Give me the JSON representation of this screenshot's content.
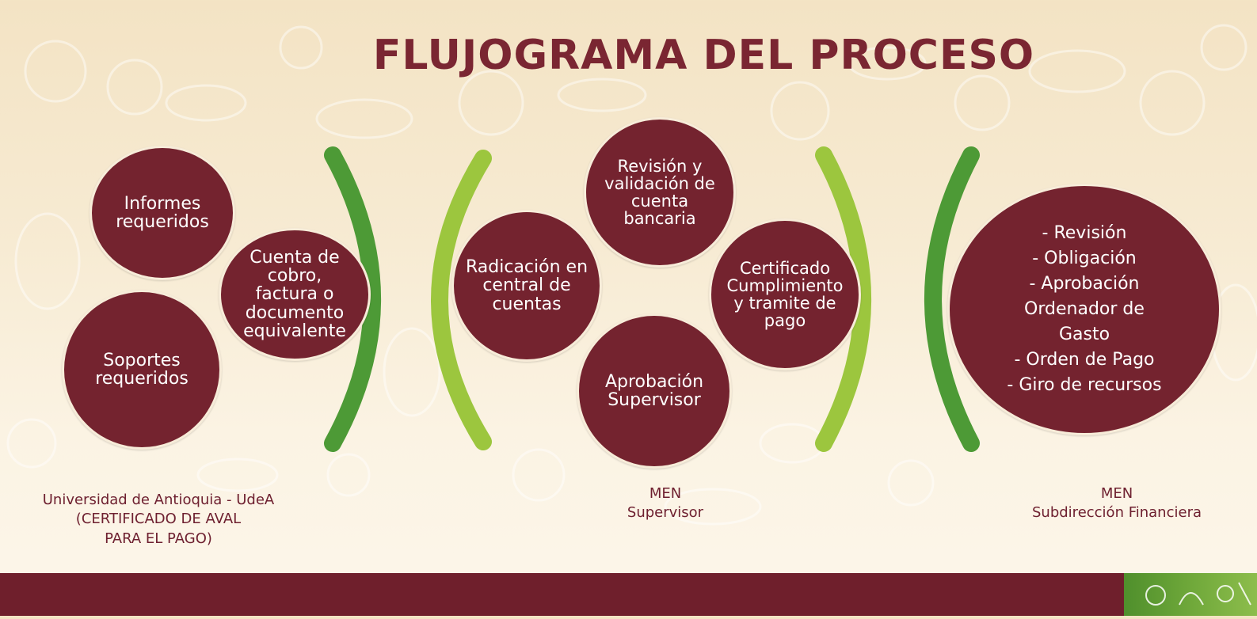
{
  "title": "FLUJOGRAMA DEL PROCESO",
  "nodes": {
    "informes": [
      "Informes",
      "requeridos"
    ],
    "soportes": [
      "Soportes",
      "requeridos"
    ],
    "cuenta": [
      "Cuenta de",
      "cobro,",
      "factura o",
      "documento",
      "equivalente"
    ],
    "radicacion": [
      "Radicación en",
      "central de",
      "cuentas"
    ],
    "revision": [
      "Revisión y",
      "validación de",
      "cuenta",
      "bancaria"
    ],
    "aprobacion": [
      "Aprobación",
      "Supervisor"
    ],
    "certificado": [
      "Certificado",
      "Cumplimiento",
      "y tramite de",
      "pago"
    ],
    "financiera": [
      "- Revisión",
      "- Obligación",
      "- Aprobación",
      "Ordenador de",
      "Gasto",
      "- Orden de Pago",
      "- Giro de recursos"
    ]
  },
  "labels": {
    "udea": [
      "Universidad de Antioquia - UdeA",
      "(CERTIFICADO DE AVAL",
      "PARA EL PAGO)"
    ],
    "supervisor": [
      "MEN",
      "Supervisor"
    ],
    "financiera": [
      "MEN",
      "Subdirección Financiera"
    ]
  },
  "colors": {
    "title": "#7a2632",
    "node_fill": "#74232f",
    "arc_dark": "#4d9a36",
    "arc_light": "#9cc63e",
    "footer": "#6f1f2c"
  }
}
